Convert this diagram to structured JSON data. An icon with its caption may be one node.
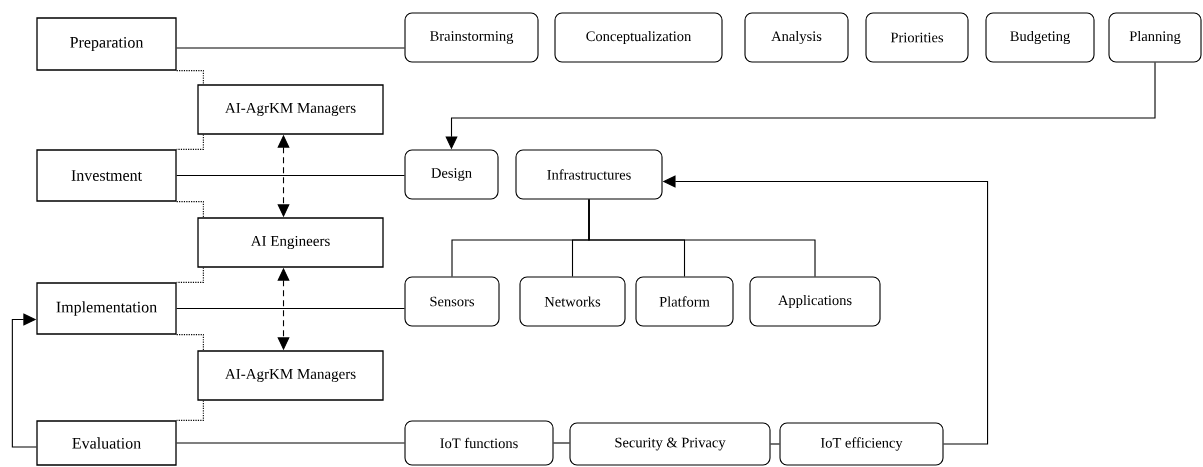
{
  "diagram": {
    "nodes": [
      {
        "text": [
          "Preparation"
        ]
      },
      {
        "text": [
          "Brainstorming"
        ]
      },
      {
        "text": [
          "Conceptualization"
        ]
      },
      {
        "text": [
          "Analysis"
        ]
      },
      {
        "text": [
          "Priorities"
        ]
      },
      {
        "text": [
          "Budgeting"
        ]
      },
      {
        "text": [
          "Planning"
        ]
      },
      {
        "text": [
          "AI-AgrKM Managers"
        ]
      },
      {
        "text": [
          "Investment"
        ]
      },
      {
        "text": [
          "Design"
        ]
      },
      {
        "text": [
          "Infrastructures"
        ]
      },
      {
        "text": [
          "AI Engineers"
        ]
      },
      {
        "text": [
          "Implementation"
        ]
      },
      {
        "text": [
          "Sensors"
        ]
      },
      {
        "text": [
          "Networks"
        ]
      },
      {
        "text": [
          "Platform"
        ]
      },
      {
        "text": [
          "Applications"
        ]
      },
      {
        "text": [
          "AI-AgrKM Managers"
        ]
      },
      {
        "text": [
          "Evaluation"
        ]
      },
      {
        "text": [
          "IoT functions"
        ]
      },
      {
        "text": [
          "Security & Privacy"
        ]
      },
      {
        "text": [
          "IoT efficiency"
        ]
      }
    ],
    "edges": [
      {
        "from": 0,
        "to": 1,
        "arrow": "none"
      },
      {
        "from": 6,
        "to": 9,
        "arrow": "to"
      },
      {
        "from": 8,
        "to": 9,
        "arrow": "none"
      },
      {
        "from": 10,
        "to": 13,
        "arrow": "none"
      },
      {
        "from": 10,
        "to": 14,
        "arrow": "none"
      },
      {
        "from": 10,
        "to": 15,
        "arrow": "none"
      },
      {
        "from": 10,
        "to": 16,
        "arrow": "none"
      },
      {
        "from": 12,
        "to": 13,
        "arrow": "none"
      },
      {
        "from": 18,
        "to": 19,
        "arrow": "none"
      },
      {
        "from": 19,
        "to": 20,
        "arrow": "none"
      },
      {
        "from": 20,
        "to": 21,
        "arrow": "none"
      },
      {
        "from": 21,
        "to": 10,
        "arrow": "to"
      },
      {
        "from": 18,
        "to": 12,
        "arrow": "to"
      },
      {
        "from": 7,
        "to": 11,
        "arrow": "both",
        "style": "dashed"
      },
      {
        "from": 11,
        "to": 17,
        "arrow": "both",
        "style": "dashed"
      },
      {
        "from": 0,
        "to": 7,
        "arrow": "none",
        "style": "dashed"
      },
      {
        "from": 7,
        "to": 8,
        "arrow": "none",
        "style": "dashed"
      },
      {
        "from": 8,
        "to": 11,
        "arrow": "none",
        "style": "dashed"
      },
      {
        "from": 11,
        "to": 12,
        "arrow": "none",
        "style": "dashed"
      },
      {
        "from": 12,
        "to": 17,
        "arrow": "none",
        "style": "dashed"
      },
      {
        "from": 17,
        "to": 18,
        "arrow": "none",
        "style": "dashed"
      }
    ]
  }
}
